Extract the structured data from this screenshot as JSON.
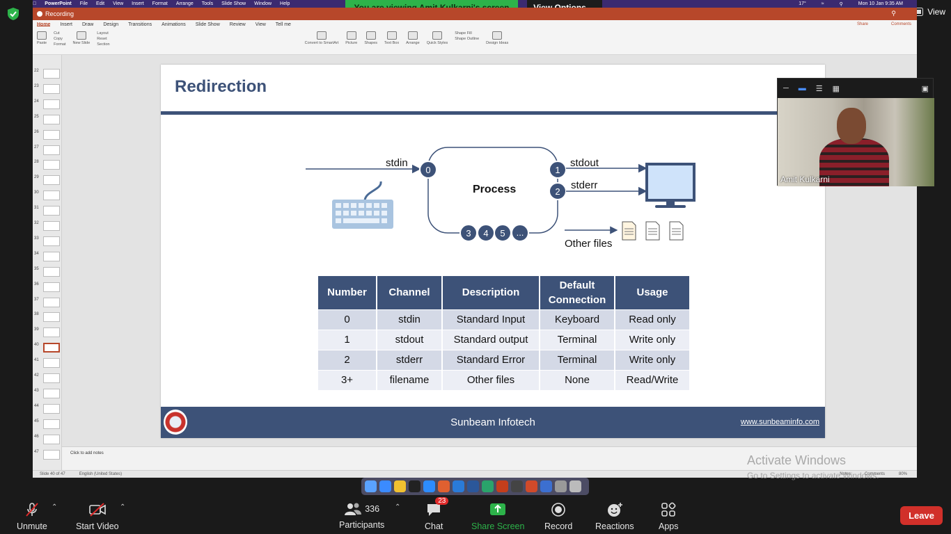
{
  "zoom": {
    "share_banner": "You are viewing Amit Kulkarni's screen",
    "view_options": "View Options",
    "view": "View",
    "video_name": "Amit Kulkarni",
    "toolbar": {
      "unmute": "Unmute",
      "start_video": "Start Video",
      "participants": "Participants",
      "participants_count": "336",
      "chat": "Chat",
      "chat_badge": "23",
      "share_screen": "Share Screen",
      "record": "Record",
      "reactions": "Reactions",
      "apps": "Apps",
      "leave": "Leave"
    },
    "accent": "#2db34a",
    "leave_color": "#d1302a"
  },
  "mac_menu": {
    "items": [
      "PowerPoint",
      "File",
      "Edit",
      "View",
      "Insert",
      "Format",
      "Arrange",
      "Tools",
      "Slide Show",
      "Window",
      "Help"
    ],
    "clock": "Mon 10 Jan  9:35 AM",
    "temp": "17°"
  },
  "ppt": {
    "recording": "Recording",
    "ribbon_tabs": [
      "Home",
      "Insert",
      "Draw",
      "Design",
      "Transitions",
      "Animations",
      "Slide Show",
      "Review",
      "View",
      "Tell me"
    ],
    "share": "Share",
    "comments": "Comments",
    "tools": [
      "Paste",
      "New Slide",
      "Picture",
      "Shapes",
      "Text Box",
      "Arrange",
      "Quick Styles",
      "Design Ideas"
    ],
    "clip": [
      "Cut",
      "Copy",
      "Format"
    ],
    "layout_group": [
      "Layout",
      "Reset",
      "Section"
    ],
    "shape_fill": "Shape Fill",
    "shape_outline": "Shape Outline",
    "convert": "Convert to SmartArt",
    "thumb_numbers": [
      "22",
      "23",
      "24",
      "25",
      "26",
      "27",
      "28",
      "29",
      "30",
      "31",
      "32",
      "33",
      "34",
      "35",
      "36",
      "37",
      "38",
      "39",
      "40",
      "41",
      "42",
      "43",
      "44",
      "45",
      "46",
      "47"
    ],
    "selected_slide": "40",
    "notes_placeholder": "Click to add notes",
    "status_slide": "Slide 40 of 47",
    "status_lang": "English (United States)",
    "status_notes": "Notes",
    "status_comments": "Comments",
    "zoom_level": "80%"
  },
  "slide": {
    "title": "Redirection",
    "diagram": {
      "stdin": "stdin",
      "stdout": "stdout",
      "stderr": "stderr",
      "process": "Process",
      "other_files": "Other files",
      "fd_0": "0",
      "fd_1": "1",
      "fd_2": "2",
      "fd_3": "3",
      "fd_4": "4",
      "fd_5": "5",
      "fd_more": "..."
    },
    "table": {
      "headers": [
        "Number",
        "Channel",
        "Description",
        "Default Connection",
        "Usage"
      ],
      "rows": [
        [
          "0",
          "stdin",
          "Standard Input",
          "Keyboard",
          "Read only"
        ],
        [
          "1",
          "stdout",
          "Standard output",
          "Terminal",
          "Write only"
        ],
        [
          "2",
          "stderr",
          "Standard Error",
          "Terminal",
          "Write only"
        ],
        [
          "3+",
          "filename",
          "Other files",
          "None",
          "Read/Write"
        ]
      ]
    },
    "footer_company": "Sunbeam Infotech",
    "footer_url": "www.sunbeaminfo.com",
    "theme_color": "#3d5278"
  },
  "windows": {
    "activate_title": "Activate Windows",
    "activate_sub": "Go to Settings to activate Windows."
  }
}
